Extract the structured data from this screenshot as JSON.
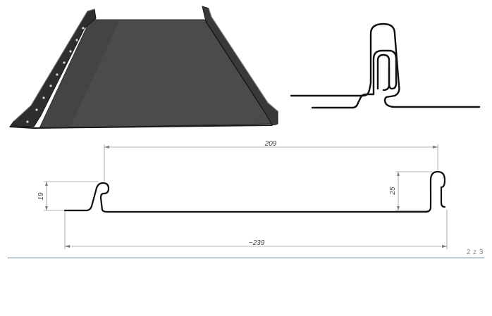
{
  "drawing": {
    "dimensions": {
      "top_width": "209",
      "total_width": "~239",
      "left_height": "19",
      "right_height": "25"
    }
  },
  "footer": {
    "page_number": "2 z 3"
  },
  "colors": {
    "panel_fill": "#4a4a4a",
    "panel_edge": "#1c1c1c",
    "profile_line": "#111111",
    "dimension_line": "#9a9a9a",
    "rule": "#5b8194"
  }
}
